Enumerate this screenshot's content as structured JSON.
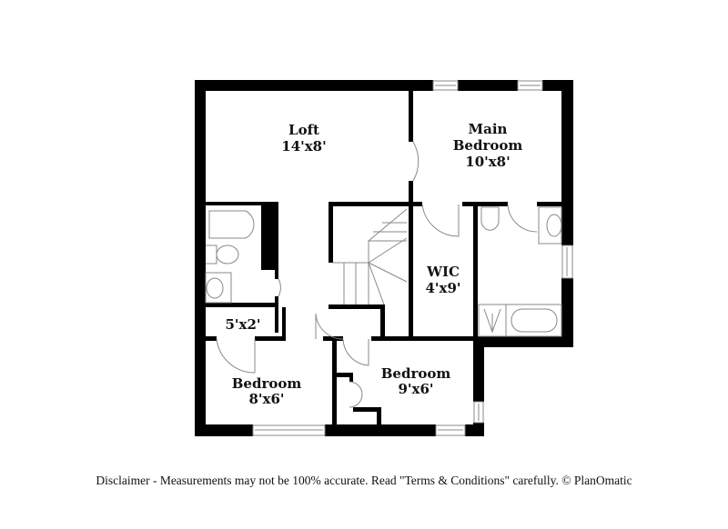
{
  "floorplan": {
    "rooms": [
      {
        "name": "Loft",
        "size": "14'x8'"
      },
      {
        "name": "Main",
        "name2": "Bedroom",
        "size": "10'x8'"
      },
      {
        "name": "WIC",
        "size": "4'x9'"
      },
      {
        "name": "",
        "size": "5'x2'"
      },
      {
        "name": "Bedroom",
        "size": "8'x6'"
      },
      {
        "name": "Bedroom",
        "size": "9'x6'"
      }
    ],
    "colors": {
      "wall": "#000000",
      "fixture": "#888888",
      "background": "#ffffff"
    }
  },
  "footer": {
    "disclaimer": "Disclaimer - Measurements may not be 100% accurate. Read \"Terms & Conditions\" carefully. © PlanOmatic"
  }
}
